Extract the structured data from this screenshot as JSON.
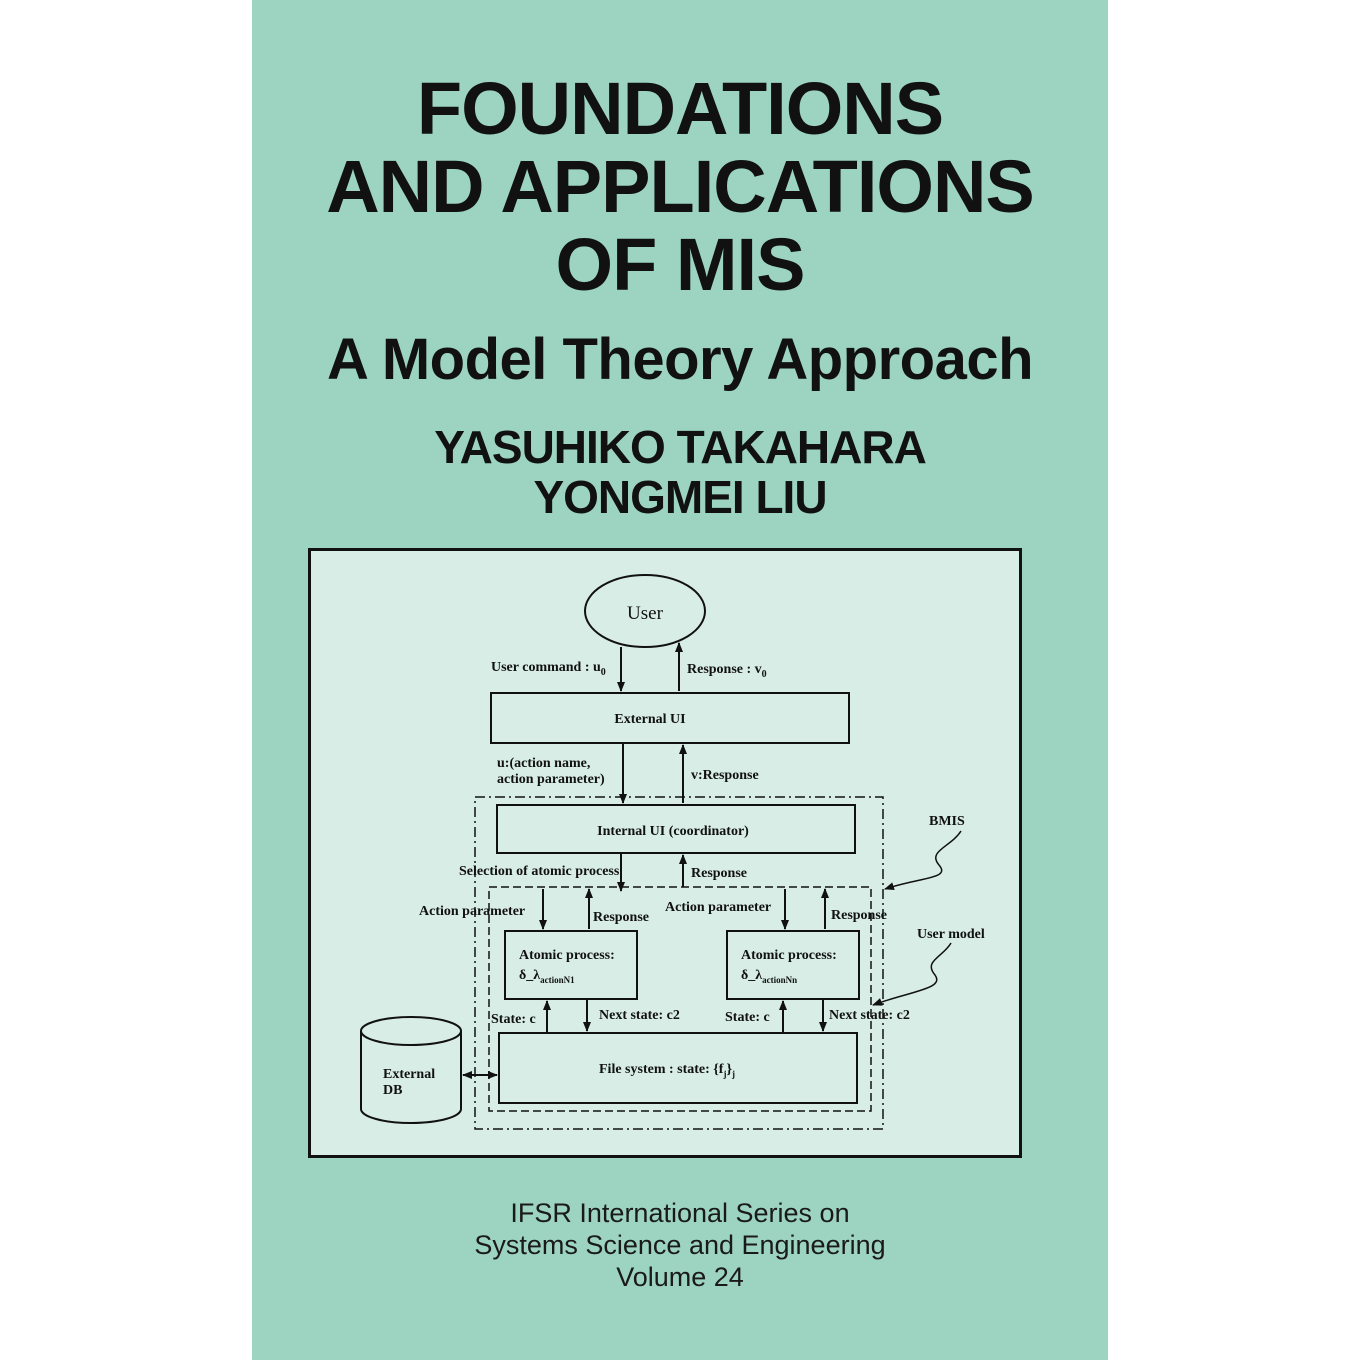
{
  "cover": {
    "background_color": "#9cd4c1",
    "title_lines": [
      "FOUNDATIONS",
      "AND APPLICATIONS",
      "OF MIS"
    ],
    "subtitle": "A Model Theory Approach",
    "authors": [
      "YASUHIKO TAKAHARA",
      "YONGMEI LIU"
    ],
    "series_lines": [
      "IFSR International Series on",
      "Systems Science and Engineering",
      "Volume 24"
    ]
  },
  "diagram": {
    "user": "User",
    "user_command": "User command : u",
    "user_command_sub": "0",
    "response_top": "Response : v",
    "response_top_sub": "0",
    "external_ui": "External UI",
    "u_action_line1": "u:(action name,",
    "u_action_line2": "action parameter)",
    "v_response": "v:Response",
    "internal_ui": "Internal UI (coordinator)",
    "selection": "Selection of atomic process",
    "response_mid": "Response",
    "bmis": "BMIS",
    "action_param_left": "Action parameter",
    "response_left": "Response",
    "action_param_right": "Action parameter",
    "response_right": "Response",
    "user_model": "User model",
    "atomic_title": "Atomic process:",
    "atomic_left_greek": "δ_λ",
    "atomic_left_sub": "actionN1",
    "atomic_right_greek": "δ_λ",
    "atomic_right_sub": "actionNn",
    "state_left": "State: c",
    "next_state_left": "Next state: c2",
    "state_right": "State: c",
    "next_state_right": "Next state: c2",
    "external_db_line1": "External",
    "external_db_line2": "DB",
    "file_system": "File  system : state: {f",
    "file_system_sub1": "j",
    "file_system_close": "}",
    "file_system_sub2": "j"
  }
}
